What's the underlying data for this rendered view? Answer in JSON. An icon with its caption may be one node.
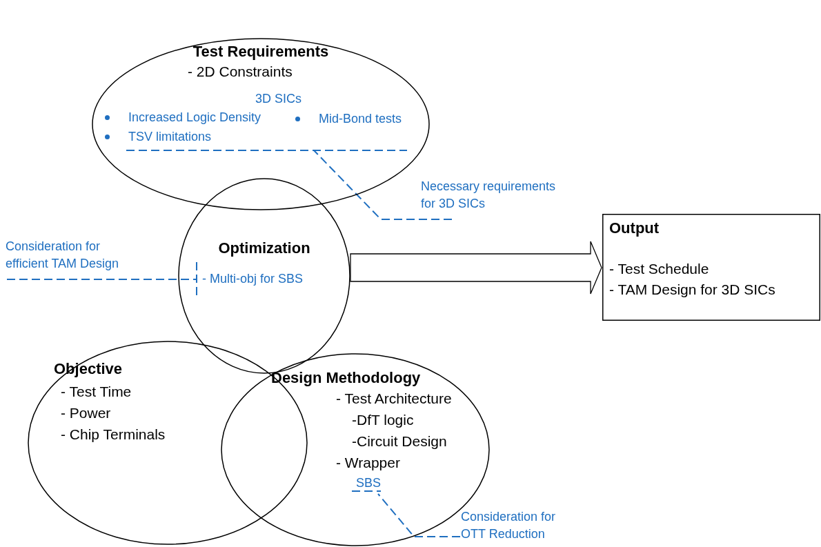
{
  "diagram": {
    "nodes": [
      {
        "text": [
          "Test Requirements",
          "- 2D Constraints",
          "3D SICs",
          "Increased Logic Density",
          "TSV limitations",
          "Mid-Bond tests"
        ]
      },
      {
        "text": [
          "Optimization",
          "- Multi-obj for SBS"
        ]
      },
      {
        "text": [
          "Objective",
          "- Test Time",
          "- Power",
          "- Chip Terminals"
        ]
      },
      {
        "text": [
          "Design Methodology",
          "- Test Architecture",
          "-DfT logic",
          "-Circuit Design",
          "- Wrapper",
          "SBS"
        ]
      },
      {
        "text": [
          "Output",
          "- Test Schedule",
          "- TAM Design for 3D SICs"
        ]
      },
      {
        "text": [
          "Necessary requirements for 3D SICs"
        ]
      },
      {
        "text": [
          "Consideration for efficient TAM Design"
        ]
      },
      {
        "text": [
          "Consideration for OTT Reduction"
        ]
      }
    ],
    "edges": [
      {
        "from": 1,
        "to": 4,
        "arrow": "to",
        "style": "thick",
        "color": "#000000"
      },
      {
        "from": 5,
        "to": 0,
        "arrow": "none",
        "style": "dashed",
        "color": "#1f6fc0"
      },
      {
        "from": 6,
        "to": 1,
        "arrow": "none",
        "style": "dashed",
        "color": "#1f6fc0"
      },
      {
        "from": 7,
        "to": 3,
        "arrow": "none",
        "style": "dashed",
        "color": "#1f6fc0"
      }
    ]
  }
}
